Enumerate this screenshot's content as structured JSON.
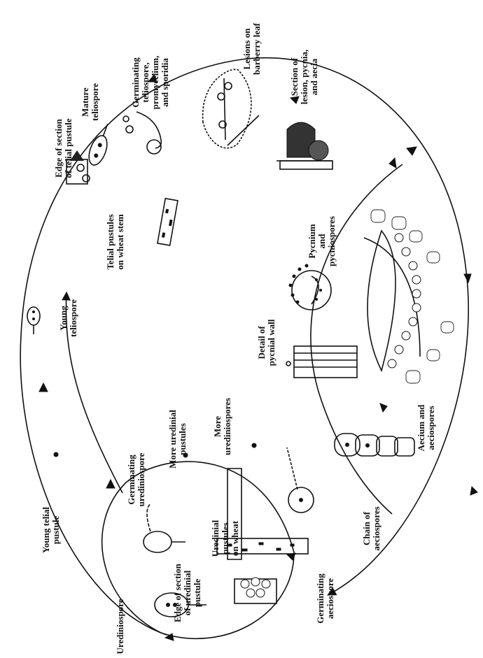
{
  "labels": {
    "telial_pustules": "Telial pustules\non wheat stem",
    "edge_telial": "Edge of section\nof telial pustule",
    "mature_teliospore": "Mature\nteliospore",
    "germinating_teliospore": "Germinating\nteliospore,\npromycelium,\nand sporidia",
    "lesions_barberry": "Lesions on\nbarberry leaf",
    "section_lesion": "Section of\nlesion, pycnia,\nand aecia",
    "young_teliospore": "Young\nteliospore",
    "pycnium": "Pycnium\nand\npycniospores",
    "detail_pycnial_wall": "Detail of\npycnial wall",
    "more_urediniospores": "More\nurediniospores",
    "more_uredinial_pustules": "More uredinial\npustules",
    "germinating_urediniospore": "Germinating\nurediniospore",
    "young_telial_pustule": "Young telial\npustule",
    "urediniospore": "Urediniospore",
    "edge_uredinial": "Edge of section\nof uredinial\npustule",
    "uredinial_pustules_wheat": "Uredinial\npustules\non wheat",
    "aecium": "Aecium and\naeciospores",
    "chain_aeciospores": "Chain of\naeciospores",
    "germinating_aeciospore": "Germinating\naeciospore"
  }
}
